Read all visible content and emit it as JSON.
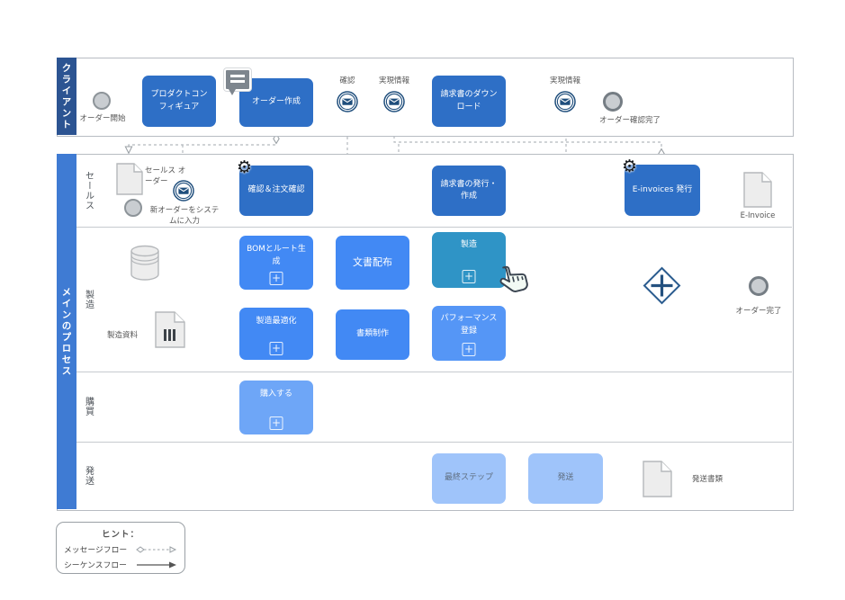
{
  "pools": {
    "client": {
      "label": "クライアント"
    },
    "main": {
      "label": "メインのプロセス"
    }
  },
  "lanes": {
    "sales": "セールス",
    "manufacturing": "製造",
    "purchasing": "購買",
    "shipping": "発送"
  },
  "nodes": {
    "order_start": "オーダー開始",
    "product_config": "プロダクトコンフィギュア",
    "order_create": "オーダー作成",
    "confirm_msg": "確認",
    "realization_info_1": "実現情報",
    "invoice_download": "請求書のダウンロード",
    "realization_info_2": "実現情報",
    "order_confirm_done": "オーダー確認完了",
    "sales_order_doc": "セールス オーダー",
    "new_order_input": "新オーダーをシステムに入力",
    "confirm_order": "確認＆注文確認",
    "invoice_issue": "請求書の発行・作成",
    "einvoice_issue": "E-invoices 発行",
    "einvoice_doc": "E-Invoice",
    "bom_route": "BOMとルート生成",
    "doc_distribute": "文書配布",
    "manufacture": "製造",
    "mfg_optimize": "製造最適化",
    "doc_create": "書類制作",
    "performance_reg": "パフォーマンス 登録",
    "mfg_material": "製造資料",
    "purchase": "購入する",
    "final_step": "最終ステップ",
    "ship": "発送",
    "ship_doc": "発送書類",
    "order_done": "オーダー完了"
  },
  "legend": {
    "title": "ヒント：",
    "message_flow": "メッセージフロー",
    "sequence_flow": "シーケンスフロー"
  },
  "icons": {
    "gear": "⚙"
  },
  "colors": {
    "client_bar": "#2c5492",
    "main_bar": "#3f7bd3",
    "task_primary": "#2e6fc6",
    "task_bright": "#4289f4",
    "task_selected_teal": "#2f94c6",
    "task_light": "#5596f6",
    "task_lighter": "#6ea6f7",
    "task_lightest": "#9fc4fa",
    "event_ring_navy": "#1f4e7c",
    "event_gray": "#c9cdd1"
  }
}
